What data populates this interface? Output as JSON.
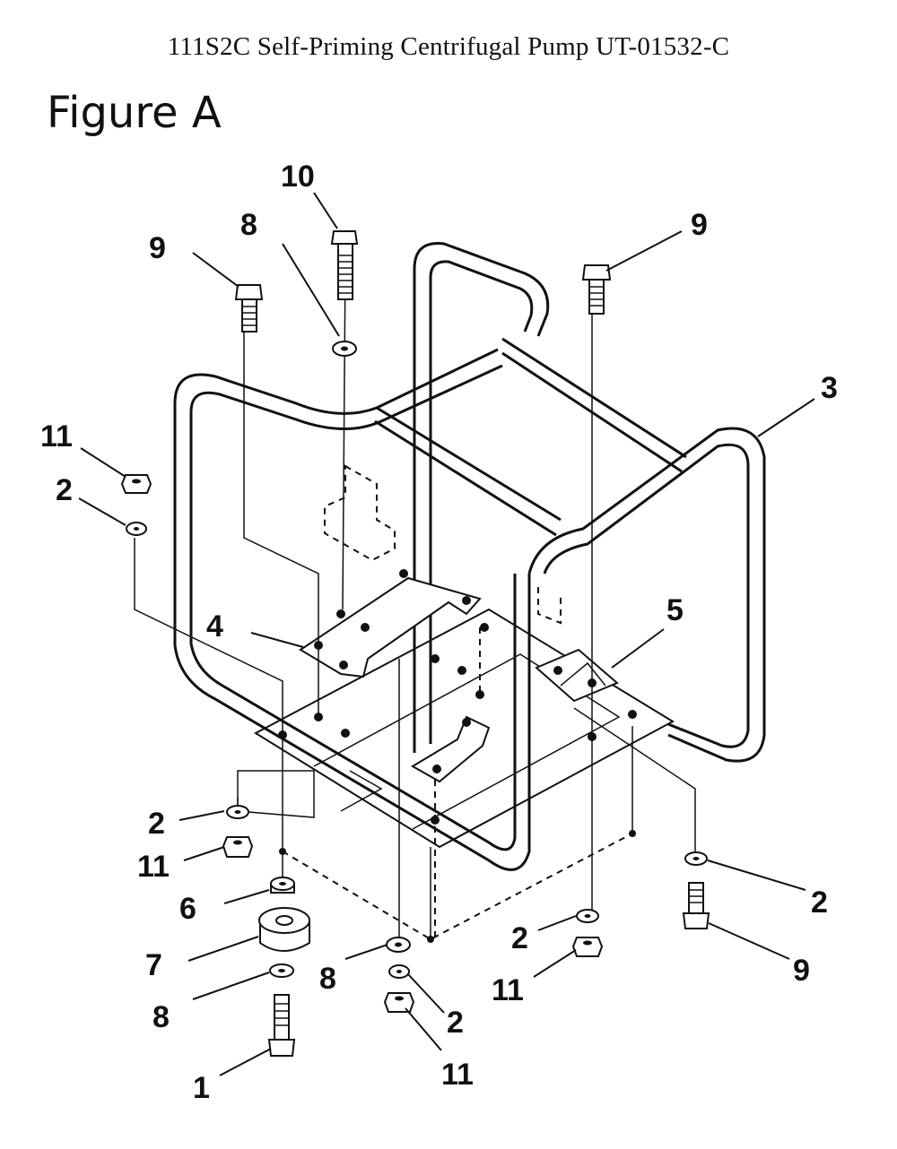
{
  "document": {
    "header": "111S2C Self-Priming Centrifugal Pump UT-01532-C",
    "figure_title": "Figure A"
  },
  "callouts": {
    "c10": "10",
    "c8_top": "8",
    "c9_top_left": "9",
    "c9_top_right": "9",
    "c3": "3",
    "c11_left": "11",
    "c2_left": "2",
    "c4": "4",
    "c5": "5",
    "c2_mid_left": "2",
    "c11_mid_left": "11",
    "c6": "6",
    "c7": "7",
    "c8_low_left": "8",
    "c1": "1",
    "c8_bottom": "8",
    "c2_bottom": "2",
    "c11_bottom": "11",
    "c2_right_low": "2",
    "c11_right_low": "11",
    "c2_right": "2",
    "c9_right_bottom": "9"
  }
}
